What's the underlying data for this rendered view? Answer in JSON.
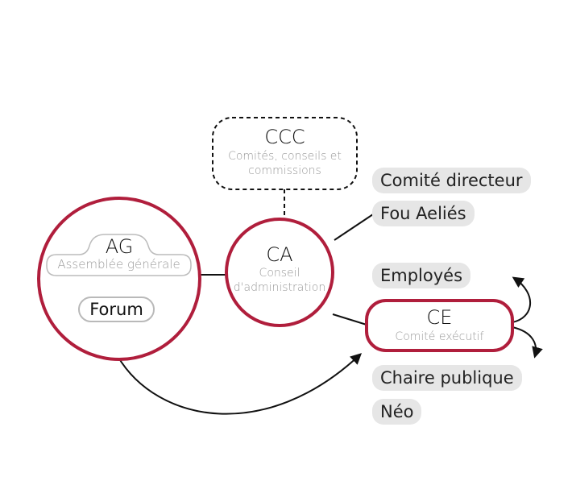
{
  "nodes": {
    "ccc": {
      "title": "CCC",
      "sub_line1": "Comités, conseils et",
      "sub_line2": "commissions"
    },
    "ag": {
      "title": "AG",
      "sub": "Assemblée générale"
    },
    "forum": {
      "label": "Forum"
    },
    "ca": {
      "title": "CA",
      "sub_line1": "Conseil",
      "sub_line2": "d'administration"
    },
    "ce": {
      "title": "CE",
      "sub": "Comité exécutif"
    }
  },
  "tags": {
    "comite_directeur": "Comité directeur",
    "fou_aelies": "Fou Aeliés",
    "employes": "Employés",
    "chaire_publique": "Chaire publique",
    "neo": "Néo"
  },
  "colors": {
    "accent": "#b01e3c",
    "line": "#111111",
    "muted_text": "#9a9a9a",
    "tag_bg": "#e6e6e6"
  }
}
